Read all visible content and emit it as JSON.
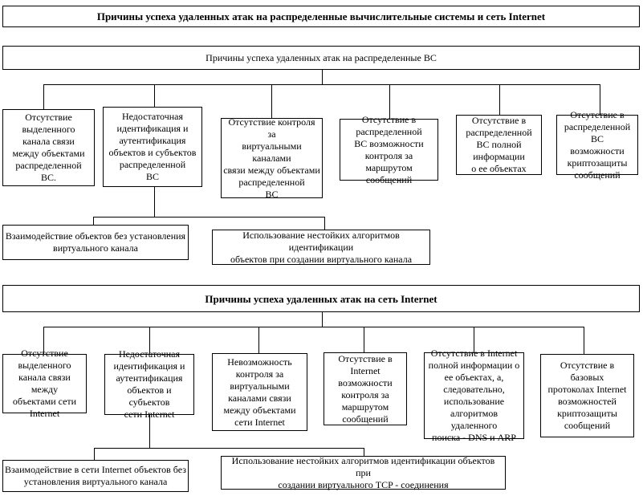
{
  "diagram": {
    "title": "Причины успеха удаленных атак на распределенные вычислительные системы и сеть Internet",
    "colors": {
      "line": "#000000",
      "background": "#ffffff",
      "text": "#000000"
    },
    "section1": {
      "header": "Причины успеха удаленных атак на распределенные ВС",
      "causes": [
        "Отсутствие\nвыделенного\nканала связи\nмежду объектами\nраспределенной\nВС.",
        "Недостаточная\nидентификация и\nаутентификация\nобъектов и субъектов\nраспределенной\nВС",
        "Отсутствие контроля за\nвиртуальными\nканалами\nсвязи между объектами\nраспределенной\nВС",
        "Отсутствие в\nраспределенной\nВС возможности\nконтроля за маршрутом\nсообщений",
        "Отсутствие в\nраспределенной\nВС полной\nинформации\nо ее объектах",
        "Отсутствие в\nраспределенной ВС\nвозможности\nкриптозащиты\nсообщений"
      ],
      "subcauses": [
        "Взаимодействие объектов без установления\nвиртуального канала",
        "Использование нестойких алгоритмов идентификации\nобъектов при создании виртуального канала"
      ]
    },
    "section2": {
      "header": "Причины успеха удаленных атак на сеть Internet",
      "causes": [
        "Отсутствие\nвыделенного\nканала связи между\nобъектами сети\nInternet",
        "Недостаточная\nидентификация и\nаутентификация\nобъектов и субъектов\nсети Internet",
        "Невозможность\nконтроля за\nвиртуальными\nканалами связи\nмежду объектами\nсети Internet",
        "Отсутствие в\nInternet\nвозможности\nконтроля за\nмаршрутом\nсообщений",
        "Отсутствие в Internet\nполной информации о\nее объектах, а,\nследовательно,\nиспользование\nалгоритмов удаленного\nпоиска - DNS и ARP",
        "Отсутствие в\nбазовых\nпротоколах Internet\nвозможностей\nкриптозащиты\nсообщений"
      ],
      "subcauses": [
        "Взаимодействие в сети Internet объектов без\nустановления виртуального канала",
        "Использование нестойких алгоритмов идентификации объектов при\nсоздании виртуального TCP - соединения"
      ]
    }
  }
}
